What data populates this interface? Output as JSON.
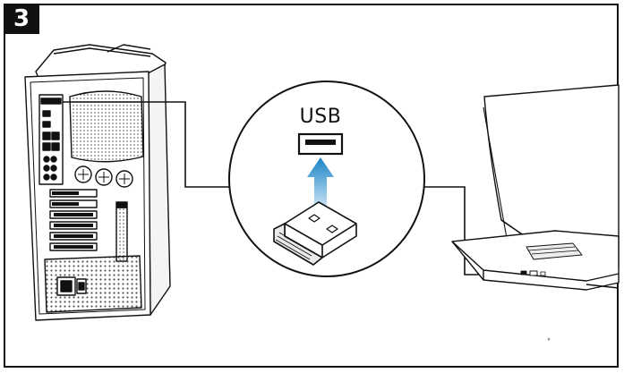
{
  "step": {
    "number": "3"
  },
  "usb_port": {
    "label": "USB"
  },
  "colors": {
    "arrow_top": "#1a83c6",
    "arrow_bottom": "#cfe6f6",
    "line": "#111111"
  },
  "icons": [
    "desktop-tower",
    "laptop",
    "usb-port",
    "usb-dongle",
    "insert-arrow"
  ]
}
